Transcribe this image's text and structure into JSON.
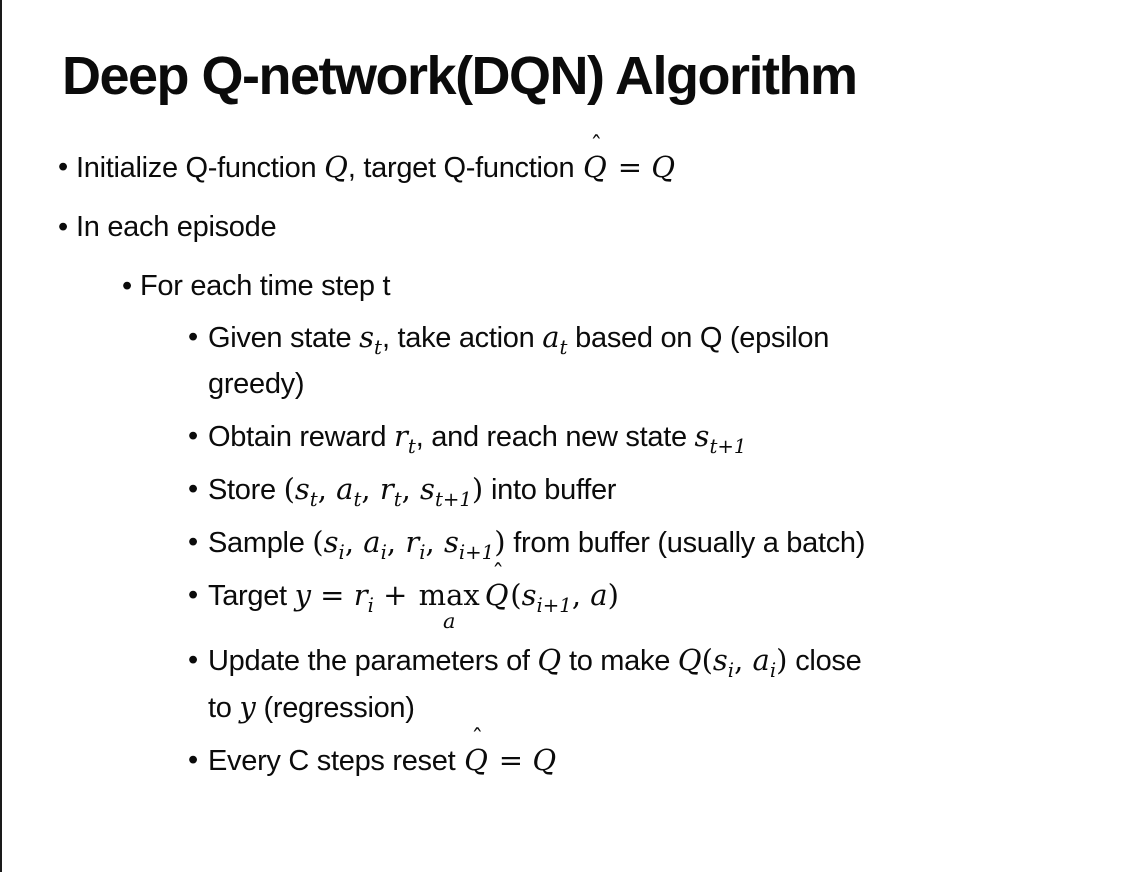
{
  "page": {
    "background": "#ffffff",
    "left_border_color": "#1a1a1a",
    "text_color": "#0b0b0b"
  },
  "slide": {
    "title": "Deep Q-network(DQN) Algorithm",
    "bullet_marker": "•",
    "bullets": [
      {
        "level": 1,
        "segments": [
          {
            "t": "txt",
            "v": "Initialize Q-function "
          },
          {
            "t": "m",
            "v": "Q"
          },
          {
            "t": "txt",
            "v": ", target Q-function "
          },
          {
            "t": "mhat",
            "v": "Q"
          },
          {
            "t": "mr",
            "v": " = "
          },
          {
            "t": "m",
            "v": "Q"
          }
        ]
      },
      {
        "level": 1,
        "segments": [
          {
            "t": "txt",
            "v": "In each episode"
          }
        ]
      },
      {
        "level": 2,
        "segments": [
          {
            "t": "txt",
            "v": "For each time step t"
          }
        ]
      },
      {
        "level": 3,
        "segments": [
          {
            "t": "txt",
            "v": "Given state "
          },
          {
            "t": "msub",
            "v": "s",
            "s": "t"
          },
          {
            "t": "txt",
            "v": ", take action "
          },
          {
            "t": "msub",
            "v": "a",
            "s": "t"
          },
          {
            "t": "txt",
            "v": " based on Q (epsilon"
          },
          {
            "t": "br"
          },
          {
            "t": "txt",
            "v": "greedy)"
          }
        ]
      },
      {
        "level": 3,
        "segments": [
          {
            "t": "txt",
            "v": "Obtain reward "
          },
          {
            "t": "msub",
            "v": "r",
            "s": "t"
          },
          {
            "t": "txt",
            "v": ", and reach new state "
          },
          {
            "t": "msub",
            "v": "s",
            "s": "t+1"
          }
        ]
      },
      {
        "level": 3,
        "segments": [
          {
            "t": "txt",
            "v": "Store "
          },
          {
            "t": "mr",
            "v": "("
          },
          {
            "t": "msub",
            "v": "s",
            "s": "t"
          },
          {
            "t": "mr",
            "v": ", "
          },
          {
            "t": "msub",
            "v": "a",
            "s": "t"
          },
          {
            "t": "mr",
            "v": ", "
          },
          {
            "t": "msub",
            "v": "r",
            "s": "t"
          },
          {
            "t": "mr",
            "v": ", "
          },
          {
            "t": "msub",
            "v": "s",
            "s": "t+1"
          },
          {
            "t": "mr",
            "v": ")"
          },
          {
            "t": "txt",
            "v": " into buffer"
          }
        ]
      },
      {
        "level": 3,
        "segments": [
          {
            "t": "txt",
            "v": "Sample "
          },
          {
            "t": "mr",
            "v": "("
          },
          {
            "t": "msub",
            "v": "s",
            "s": "i"
          },
          {
            "t": "mr",
            "v": ", "
          },
          {
            "t": "msub",
            "v": "a",
            "s": "i"
          },
          {
            "t": "mr",
            "v": ", "
          },
          {
            "t": "msub",
            "v": "r",
            "s": "i"
          },
          {
            "t": "mr",
            "v": ", "
          },
          {
            "t": "msub",
            "v": "s",
            "s": "i+1"
          },
          {
            "t": "mr",
            "v": ")"
          },
          {
            "t": "txt",
            "v": " from buffer (usually a batch)"
          }
        ]
      },
      {
        "level": 3,
        "segments": [
          {
            "t": "txt",
            "v": "Target "
          },
          {
            "t": "m",
            "v": "y"
          },
          {
            "t": "mr",
            "v": " = "
          },
          {
            "t": "msub",
            "v": "r",
            "s": "i"
          },
          {
            "t": "mr",
            "v": " + "
          },
          {
            "t": "max",
            "v": "max",
            "s": "a"
          },
          {
            "t": "mhat",
            "v": "Q"
          },
          {
            "t": "mr",
            "v": "("
          },
          {
            "t": "msub",
            "v": "s",
            "s": "i+1"
          },
          {
            "t": "mr",
            "v": ", "
          },
          {
            "t": "m",
            "v": "a"
          },
          {
            "t": "mr",
            "v": ")"
          }
        ]
      },
      {
        "level": 3,
        "segments": [
          {
            "t": "txt",
            "v": "Update the parameters of "
          },
          {
            "t": "m",
            "v": "Q"
          },
          {
            "t": "txt",
            "v": " to make "
          },
          {
            "t": "m",
            "v": "Q"
          },
          {
            "t": "mr",
            "v": "("
          },
          {
            "t": "msub",
            "v": "s",
            "s": "i"
          },
          {
            "t": "mr",
            "v": ", "
          },
          {
            "t": "msub",
            "v": "a",
            "s": "i"
          },
          {
            "t": "mr",
            "v": ")"
          },
          {
            "t": "txt",
            "v": " close"
          },
          {
            "t": "br"
          },
          {
            "t": "txt",
            "v": "to "
          },
          {
            "t": "m",
            "v": "y"
          },
          {
            "t": "txt",
            "v": " (regression)"
          }
        ]
      },
      {
        "level": 3,
        "segments": [
          {
            "t": "txt",
            "v": "Every C steps reset "
          },
          {
            "t": "mhat",
            "v": "Q"
          },
          {
            "t": "mr",
            "v": " = "
          },
          {
            "t": "m",
            "v": "Q"
          }
        ]
      }
    ]
  }
}
